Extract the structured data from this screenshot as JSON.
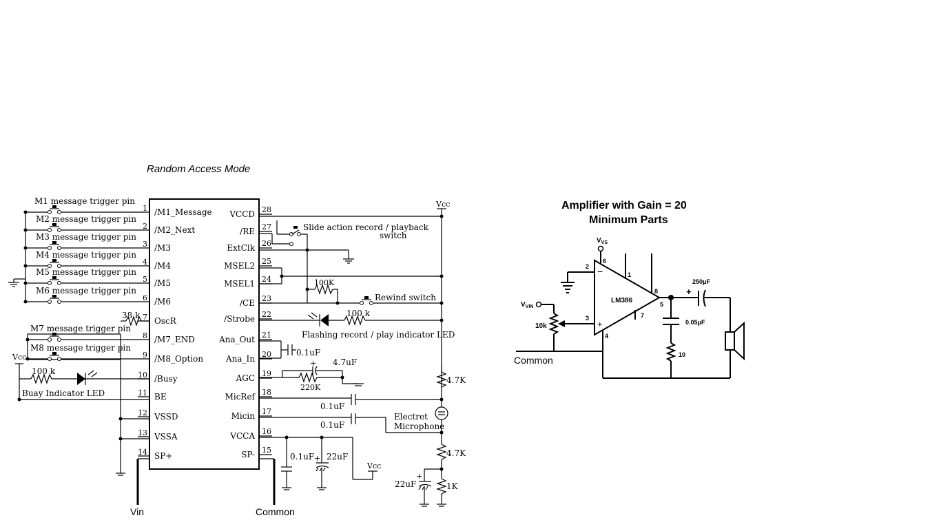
{
  "left": {
    "title": "Random Access Mode",
    "left_pins": [
      {
        "num": "1",
        "name": "/M1_Message"
      },
      {
        "num": "2",
        "name": "/M2_Next"
      },
      {
        "num": "3",
        "name": "/M3"
      },
      {
        "num": "4",
        "name": "/M4"
      },
      {
        "num": "5",
        "name": "/M5"
      },
      {
        "num": "6",
        "name": "/M6"
      },
      {
        "num": "7",
        "name": "OscR"
      },
      {
        "num": "8",
        "name": "/M7_END"
      },
      {
        "num": "9",
        "name": "/M8_Option"
      },
      {
        "num": "10",
        "name": "/Busy"
      },
      {
        "num": "11",
        "name": "BE"
      },
      {
        "num": "12",
        "name": "VSSD"
      },
      {
        "num": "13",
        "name": "VSSA"
      },
      {
        "num": "14",
        "name": "SP+"
      }
    ],
    "right_pins": [
      {
        "num": "28",
        "name": "VCCD"
      },
      {
        "num": "27",
        "name": "/RE"
      },
      {
        "num": "26",
        "name": "ExtClk"
      },
      {
        "num": "25",
        "name": "MSEL2"
      },
      {
        "num": "24",
        "name": "MSEL1"
      },
      {
        "num": "23",
        "name": "/CE"
      },
      {
        "num": "22",
        "name": "/Strobe"
      },
      {
        "num": "21",
        "name": "Ana_Out"
      },
      {
        "num": "20",
        "name": "Ana_In"
      },
      {
        "num": "19",
        "name": "AGC"
      },
      {
        "num": "18",
        "name": "MicRef"
      },
      {
        "num": "17",
        "name": "Micin"
      },
      {
        "num": "16",
        "name": "VCCA"
      },
      {
        "num": "15",
        "name": "SP-"
      }
    ],
    "trigger_labels": [
      "M1 message  trigger pin",
      "M2 message  trigger pin",
      "M3 message  trigger pin",
      "M4 message  trigger pin",
      "M5  message  trigger pin",
      "M6  message  trigger pin",
      "M7 message  trigger pin",
      "M8 message  trigger pin"
    ],
    "r_osc": "38 k",
    "vcc": "Vcc",
    "r_busy": "100 k",
    "busy_led": "Buay Indicator LED",
    "slide_switch_1": "Slide action record / playback",
    "slide_switch_2": "switch",
    "r_100k": "100K",
    "rewind": "Rewind switch",
    "r_strobe": "100 k",
    "flash_led": "Flashing record / play indicator LED",
    "c_ana": "0.1uF",
    "c_agc": "4.7uF",
    "r_agc": "220K",
    "c_micref": "0.1uF",
    "c_micin": "0.1uF",
    "mic_1": "Electret",
    "mic_2": "Microphone",
    "r_top": "4.7K",
    "r_mid": "4.7K",
    "r_bot": "1K",
    "c_22": "22uF",
    "c_vcca1": "0.1uF",
    "c_vcca2": "22uF",
    "vin": "Vin",
    "common": "Common"
  },
  "right": {
    "title_1": "Amplifier with Gain = 20",
    "title_2": "Minimum Parts",
    "vs": "VS",
    "vin": "VIN",
    "pot": "10k",
    "chip": "LM386",
    "c_out": "250μF",
    "c_zobel": "0.05μF",
    "r_zobel": "10",
    "common": "Common",
    "pins": {
      "p1": "1",
      "p2": "2",
      "p3": "3",
      "p4": "4",
      "p5": "5",
      "p6": "6",
      "p7": "7",
      "p8": "8"
    },
    "plus": "+",
    "minus": "−"
  }
}
